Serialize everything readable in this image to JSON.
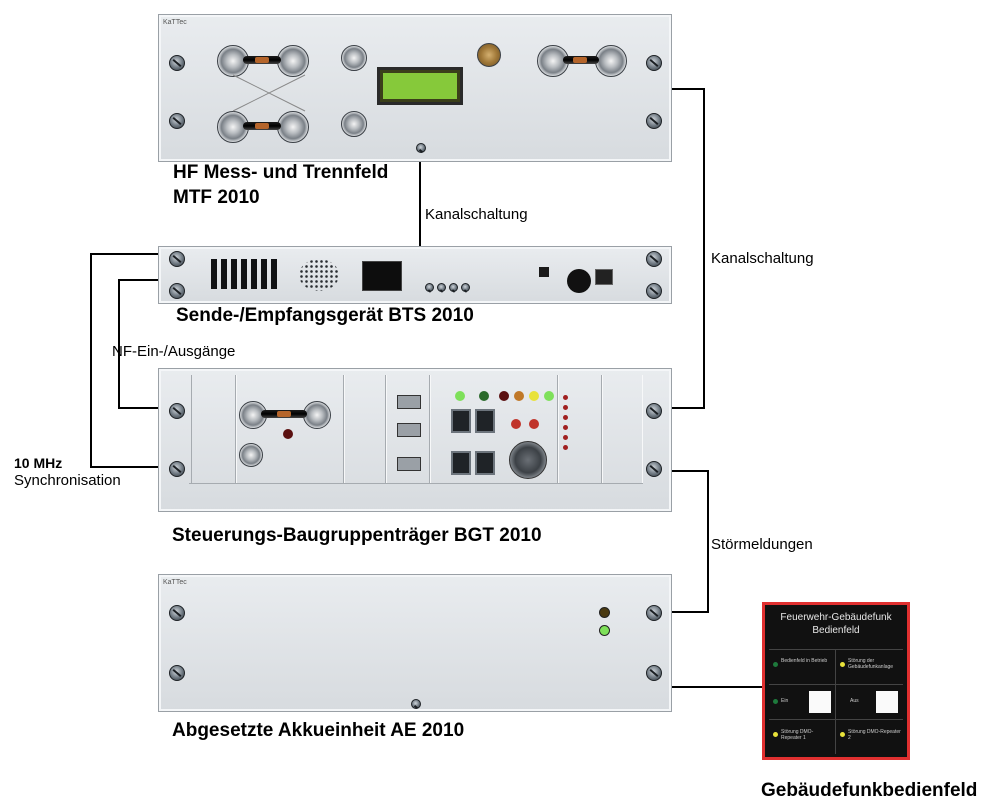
{
  "devices": {
    "mtf": {
      "title_line1": "HF Mess- und Trennfeld",
      "title_line2": "MTF 2010"
    },
    "bts": {
      "title": "Sende-/Empfangsgerät BTS 2010"
    },
    "bgt": {
      "title": "Steuerungs-Baugruppenträger BGT 2010"
    },
    "ae": {
      "title": "Abgesetzte Akkueinheit AE 2010"
    },
    "panel": {
      "title": "Gebäudefunkbedienfeld",
      "header_line1": "Feuerwehr-Gebäudefunk",
      "header_line2": "Bedienfeld",
      "cells": [
        {
          "text": "Bedienfeld in Betrieb",
          "led": "#1e7a3c"
        },
        {
          "text": "Störung der Gebäudefunkanlage",
          "led": "#e8e23a"
        },
        {
          "text": "Ein",
          "led": "#1e7a3c",
          "has_button": true
        },
        {
          "text": "Aus",
          "led": "",
          "has_button": true
        },
        {
          "text": "Störung DMO-Repeater 1",
          "led": "#e8e23a"
        },
        {
          "text": "Störung DMO-Repeater 2",
          "led": "#e8e23a"
        }
      ]
    }
  },
  "connections": {
    "mtf_bts": "Kanalschaltung",
    "mtf_bgt": "Kanalschaltung",
    "nf": "NF-Ein-/Ausgänge",
    "sync_line1": "10 MHz",
    "sync_line2": "Synchronisation",
    "stoer": "Störmeldungen"
  },
  "colors": {
    "panel_border": "#e03030",
    "panel_bg": "#111111",
    "lcd": "#86c93a",
    "led_green": "#7ee05a",
    "led_red": "#c0342a",
    "led_yellow": "#e8e23a"
  }
}
